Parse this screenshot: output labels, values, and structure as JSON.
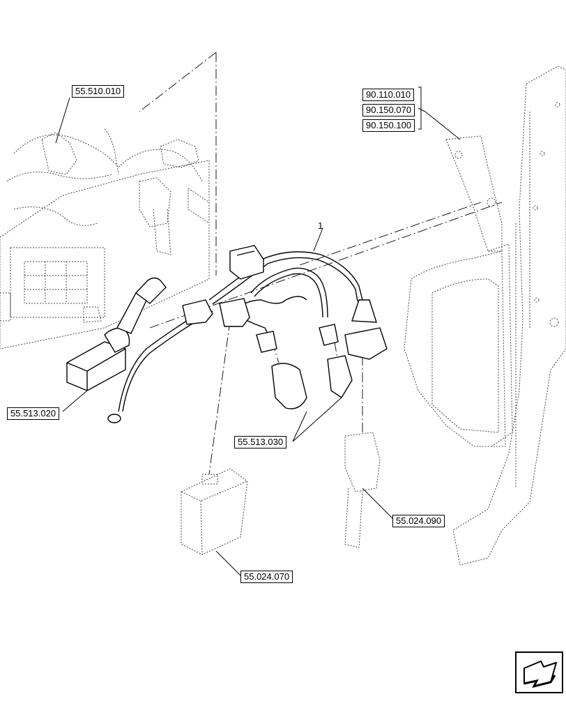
{
  "diagram": {
    "item_number": "1",
    "callouts": {
      "c_55_510_010": "55.510.010",
      "c_90_110_010": "90.110.010",
      "c_90_150_070": "90.150.070",
      "c_90_150_100": "90.150.100",
      "c_55_513_020": "55.513.020",
      "c_55_513_030": "55.513.030",
      "c_55_024_090": "55.024.090",
      "c_55_024_070": "55.024.070"
    },
    "nav_icon": "arrow-navigation-icon"
  }
}
